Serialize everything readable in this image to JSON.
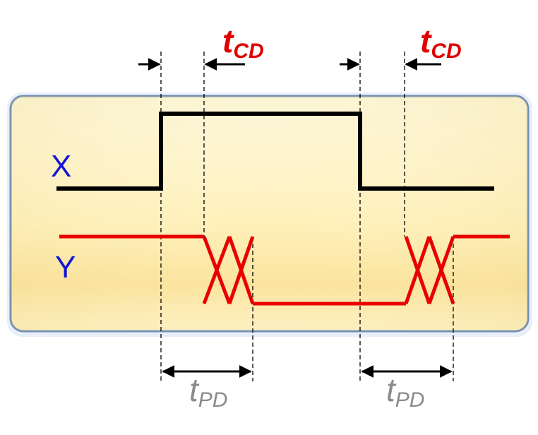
{
  "signals": {
    "x_label": "X",
    "y_label": "Y"
  },
  "timing": {
    "contamination": {
      "main": "t",
      "sub": "CD"
    },
    "propagation": {
      "main": "t",
      "sub": "PD"
    }
  },
  "colors": {
    "input_signal": "#000000",
    "output_signal": "#e80000",
    "signal_label": "#1515d6",
    "tcd_label": "#e00000",
    "tpd_label": "#8a8a8a",
    "panel_border": "#6f8db5"
  }
}
